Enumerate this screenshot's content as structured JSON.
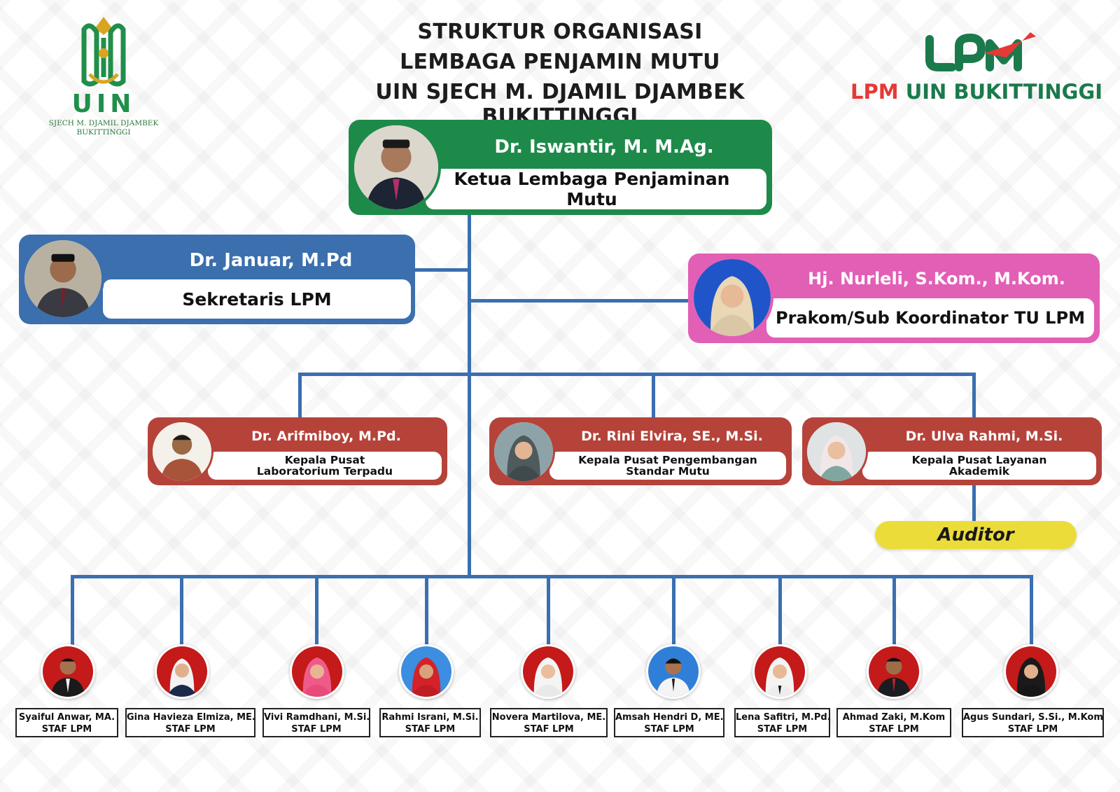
{
  "header": {
    "title_lines": [
      "STRUKTUR ORGANISASI",
      "LEMBAGA PENJAMIN MUTU",
      "UIN SJECH M. DJAMIL DJAMBEK BUKITTINGGI"
    ]
  },
  "uin_logo": {
    "word": "UIN",
    "sub_lines": [
      "SJECH M. DJAMIL DJAMBEK",
      "BUKITTINGGI"
    ],
    "color": "#1f8f4a",
    "accent": "#d9a520"
  },
  "lpm_logo": {
    "caption_red": "LPM",
    "caption_green": "UIN BUKITTINGGI",
    "red": "#e53935",
    "green": "#1a7a4c"
  },
  "ketua": {
    "name": "Dr. Iswantir, M. M.Ag.",
    "role": "Ketua Lembaga Penjaminan Mutu",
    "color": "#1e8a4a"
  },
  "sekretaris": {
    "name": "Dr. Januar, M.Pd",
    "role": "Sekretaris LPM",
    "color": "#3b6fae"
  },
  "prakom": {
    "name": "Hj. Nurleli, S.Kom., M.Kom.",
    "role": "Prakom/Sub Koordinator TU LPM",
    "color": "#e25fb6"
  },
  "kepala_pusat": [
    {
      "name": "Dr. Arifmiboy, M.Pd.",
      "role_lines": [
        "Kepala Pusat",
        "Laboratorium Terpadu"
      ]
    },
    {
      "name": "Dr. Rini Elvira, SE., M.Si.",
      "role_lines": [
        "Kepala Pusat Pengembangan",
        "Standar Mutu"
      ]
    },
    {
      "name": "Dr. Ulva Rahmi, M.Si.",
      "role_lines": [
        "Kepala Pusat Layanan",
        "Akademik"
      ]
    }
  ],
  "kepala_color": "#b5433a",
  "auditor": "Auditor",
  "staff": [
    {
      "name": "Syaiful Anwar, MA.",
      "title": "STAF LPM"
    },
    {
      "name": "Gina Havieza Elmiza, ME.",
      "title": "STAF LPM"
    },
    {
      "name": "Vivi Ramdhani, M.Si.",
      "title": "STAF LPM"
    },
    {
      "name": "Rahmi Israni, M.Si.",
      "title": "STAF LPM"
    },
    {
      "name": "Novera Martilova, ME.",
      "title": "STAF LPM"
    },
    {
      "name": "Amsah Hendri D, ME.",
      "title": "STAF LPM"
    },
    {
      "name": "Lena Safitri, M.Pd.",
      "title": "STAF LPM"
    },
    {
      "name": "Ahmad Zaki, M.Kom",
      "title": "STAF LPM"
    },
    {
      "name": "Agus Sundari, S.Si., M.Kom.",
      "title": "STAF LPM"
    }
  ]
}
